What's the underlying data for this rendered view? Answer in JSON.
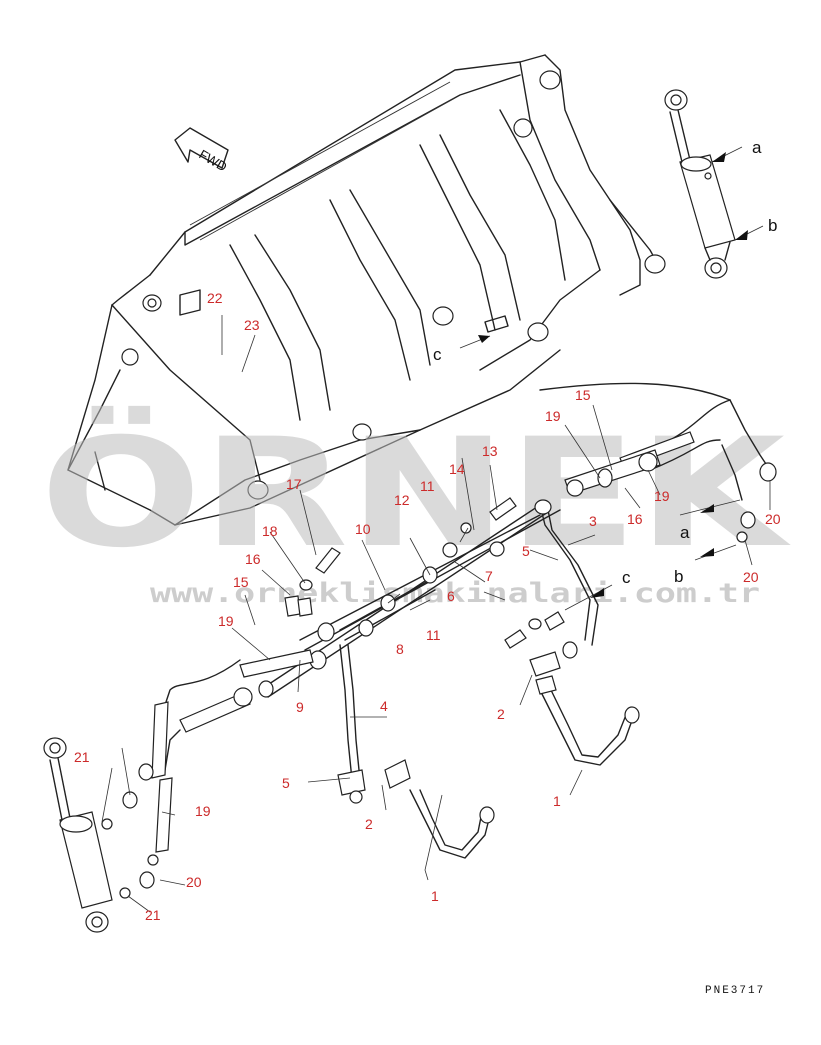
{
  "drawing": {
    "code": "PNE3717",
    "fwd_label": "FWD"
  },
  "watermark": {
    "brand": "ÖRNEK",
    "url": "www.orneklismakinalari.com.tr"
  },
  "callouts": {
    "n1a": "1",
    "n1b": "1",
    "n2a": "2",
    "n2b": "2",
    "n3": "3",
    "n4": "4",
    "n5a": "5",
    "n5b": "5",
    "n6": "6",
    "n7": "7",
    "n8": "8",
    "n9": "9",
    "n10": "10",
    "n11a": "11",
    "n11b": "11",
    "n12": "12",
    "n13": "13",
    "n14": "14",
    "n15a": "15",
    "n15b": "15",
    "n16a": "16",
    "n16b": "16",
    "n17": "17",
    "n18": "18",
    "n19a": "19",
    "n19b": "19",
    "n19c": "19",
    "n19d": "19",
    "n20a": "20",
    "n20b": "20",
    "n20c": "20",
    "n21a": "21",
    "n21b": "21",
    "n22": "22",
    "n23": "23"
  },
  "connections": {
    "a1": "a",
    "b1": "b",
    "c1": "c",
    "a2": "a",
    "b2": "b",
    "c2": "c"
  }
}
